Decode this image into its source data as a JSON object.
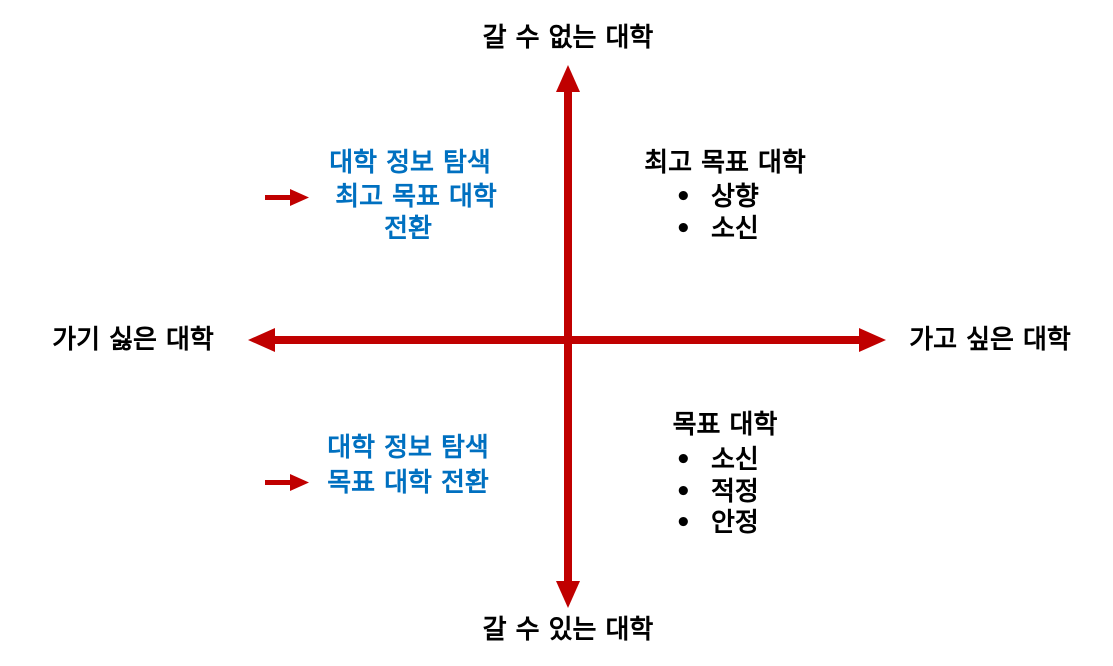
{
  "axes": {
    "top": "갈 수 없는 대학",
    "bottom": "갈 수 있는 대학",
    "left": "가기 싫은 대학",
    "right": "가고 싶은 대학"
  },
  "quadrants": {
    "top_right": {
      "title": "최고 목표 대학",
      "items": [
        "상향",
        "소신"
      ]
    },
    "bottom_right": {
      "title": "목표 대학",
      "items": [
        "소신",
        "적정",
        "안정"
      ]
    },
    "top_left": {
      "lines": [
        "대학 정보 탐색",
        "최고 목표 대학",
        "전환"
      ]
    },
    "bottom_left": {
      "lines": [
        "대학 정보 탐색",
        "목표 대학 전환"
      ]
    }
  },
  "bullet": "•",
  "colors": {
    "arrow": "#C00000",
    "note": "#0070C0",
    "text": "#000000"
  }
}
